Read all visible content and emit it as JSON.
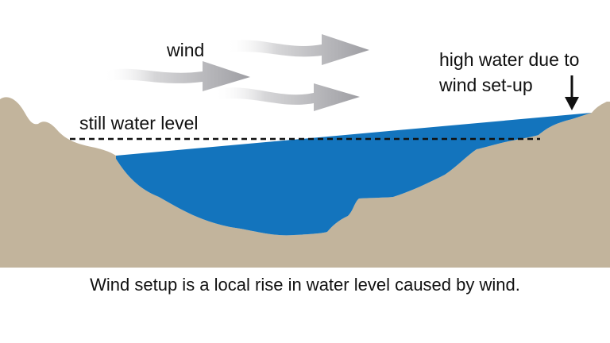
{
  "labels": {
    "wind": "wind",
    "still_water_level": "still water level",
    "high_water_line1": "high water due to",
    "high_water_line2": "wind set-up"
  },
  "caption": "Wind setup is a local rise in water level caused by wind.",
  "colors": {
    "terrain": "#c2b49c",
    "water": "#1374bd",
    "wind_arrow": "#a8a8ac",
    "text": "#111111",
    "background": "#ffffff"
  },
  "elements": {
    "wind_arrows": [
      "wind-arrow-top-left",
      "wind-arrow-top-right",
      "wind-arrow-bottom-right"
    ],
    "dashed_line": "still-water-level-line",
    "pointer_arrow": "down-arrow"
  }
}
